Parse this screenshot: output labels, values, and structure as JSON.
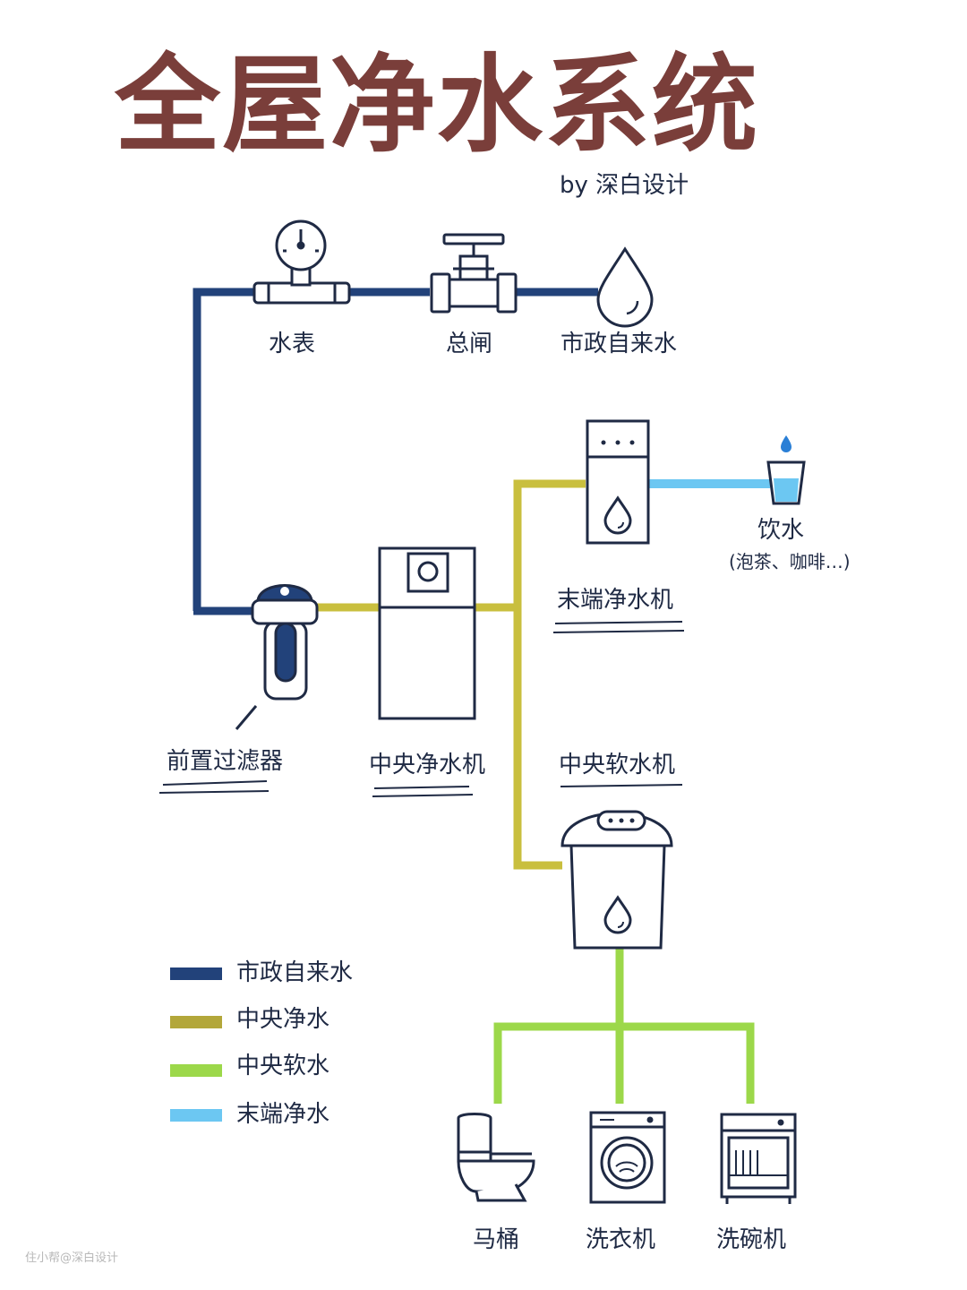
{
  "title": "全屋净水系统",
  "byline": "by 深白设计",
  "watermark": "住小帮@深白设计",
  "colors": {
    "title": "#7a3e3a",
    "ink": "#1f2a44",
    "municipal": "#22427a",
    "central_purified": "#c9bf3e",
    "central_soft": "#9cd84a",
    "terminal": "#6cc7f2"
  },
  "nodes": {
    "water_meter": "水表",
    "main_valve": "总闸",
    "municipal_source": "市政自来水",
    "pre_filter": "前置过滤器",
    "central_purifier": "中央净水机",
    "terminal_purifier": "末端净水机",
    "drinking": "饮水",
    "drinking_note": "(泡茶、咖啡…)",
    "softener": "中央软水机",
    "toilet": "马桶",
    "washer": "洗衣机",
    "dishwasher": "洗碗机"
  },
  "legend": [
    {
      "label": "市政自来水",
      "color": "#22427a"
    },
    {
      "label": "中央净水",
      "color": "#b3a73a"
    },
    {
      "label": "中央软水",
      "color": "#9cd84a"
    },
    {
      "label": "末端净水",
      "color": "#6cc7f2"
    }
  ]
}
